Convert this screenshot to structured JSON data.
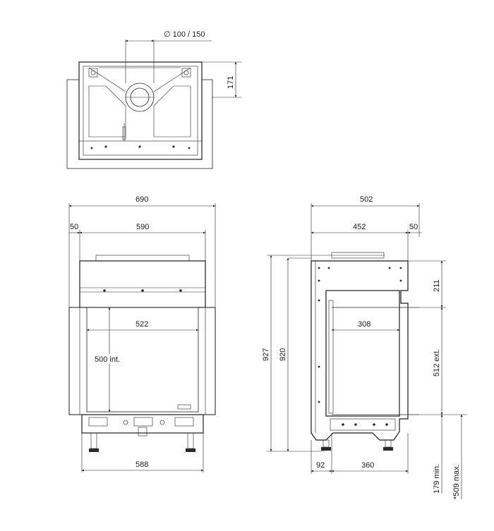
{
  "top_view": {
    "flue_diameter": "∅ 100 / 150",
    "depth_171": "171"
  },
  "front_view": {
    "width_690": "690",
    "offset_50": "50",
    "width_590": "590",
    "opening_522": "522",
    "height_500": "500 int.",
    "base_588": "588"
  },
  "side_view": {
    "depth_502": "502",
    "depth_452": "452",
    "offset_50": "50",
    "height_927": "927",
    "height_920": "920",
    "depth_308": "308",
    "height_211": "211",
    "height_512": "512 ext.",
    "depth_92": "92",
    "depth_360": "360",
    "base_179": "179 min.",
    "base_509": "*509 max."
  }
}
